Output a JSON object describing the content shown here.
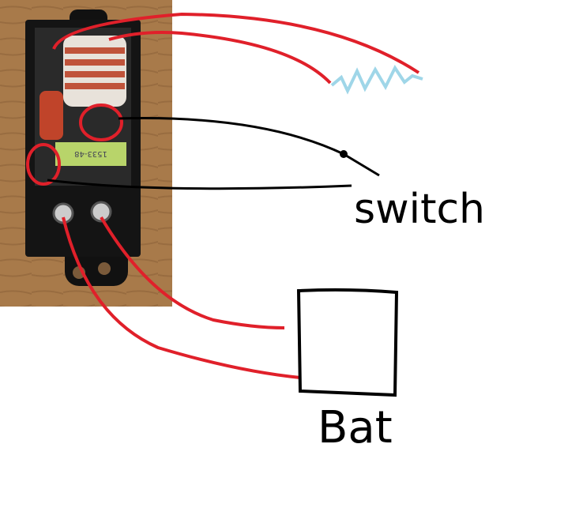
{
  "labels": {
    "switch": "switch",
    "battery": "Bat",
    "component_marking": "1533-48"
  },
  "colors": {
    "wire_red": "#e0202a",
    "wire_black": "#000000",
    "heater_blue": "#9fd6e8",
    "wood": "#a87a4a",
    "housing": "#141414",
    "label_green": "#b8d46a"
  }
}
